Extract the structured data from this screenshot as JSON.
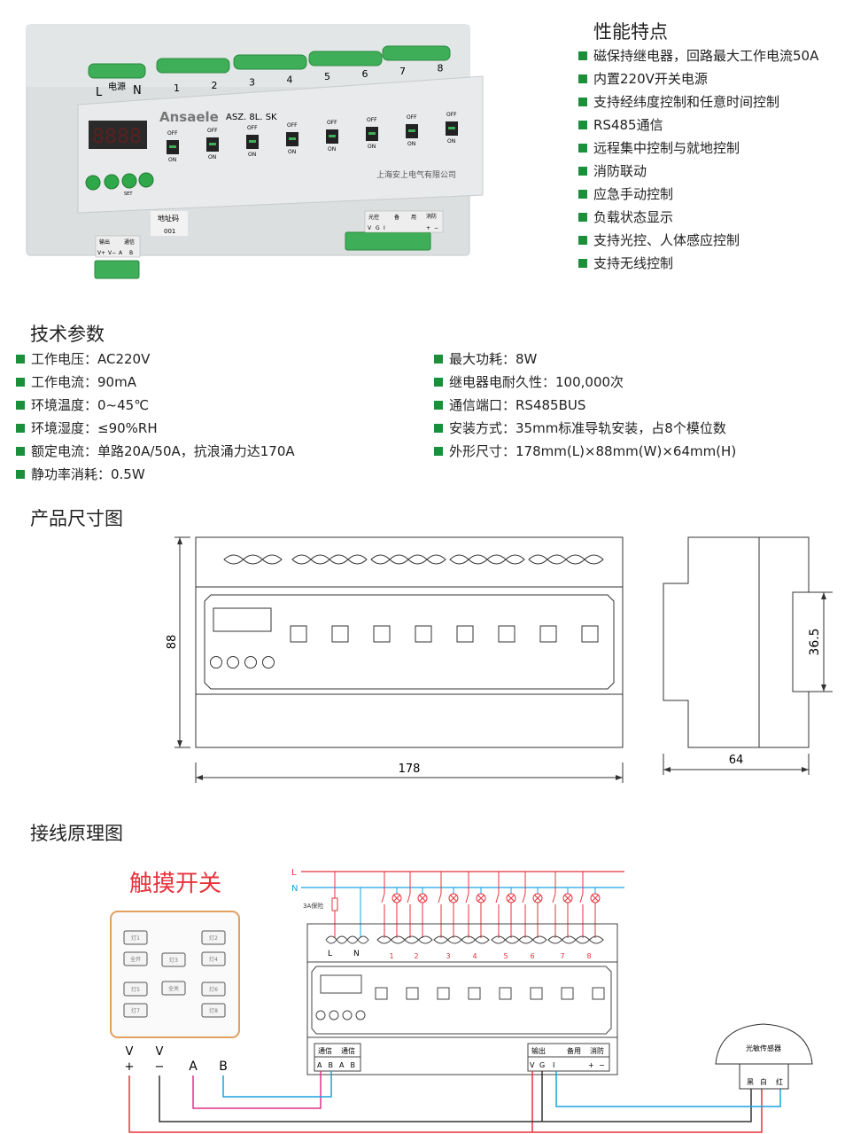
{
  "features": {
    "title": "性能特点",
    "items": [
      "磁保持继电器，回路最大工作电流50A",
      "内置220V开关电源",
      "支持经纬度控制和任意时间控制",
      "RS485通信",
      "远程集中控制与就地控制",
      "消防联动",
      "应急手动控制",
      "负载状态显示",
      "支持光控、人体感应控制",
      "支持无线控制"
    ]
  },
  "specs": {
    "title": "技术参数",
    "left": [
      "工作电压：AC220V",
      "工作电流：90mA",
      "环境温度：0~45℃",
      "环境湿度：≤90%RH",
      "额定电流：单路20A/50A，抗浪涌力达170A",
      "静功率消耗：0.5W"
    ],
    "right": [
      "最大功耗：8W",
      "继电器电耐久性：100,000次",
      "通信端口：RS485BUS",
      "安装方式：35mm标准导轨安装，占8个模位数",
      "外形尺寸：178mm(L)×88mm(W)×64mm(H)"
    ]
  },
  "product": {
    "brand": "Ansaele",
    "model": "ASZ. 8L. SK",
    "display": "8888",
    "power_label": "电源",
    "L": "L",
    "N": "N",
    "channels": [
      "1",
      "2",
      "3",
      "4",
      "5",
      "6",
      "7",
      "8"
    ],
    "off": "OFF",
    "on": "ON",
    "set": "SET",
    "company": "上海安上电气有限公司",
    "address_label": "地址码",
    "address": "001",
    "left_block": {
      "h1": "输出",
      "h2": "通信",
      "cells": [
        "V+",
        "V−",
        "A",
        "B"
      ]
    },
    "right_block": {
      "h1": "光控",
      "h2": "备",
      "h3": "用",
      "h4": "消防",
      "cells": [
        "V",
        "G",
        "I",
        "+",
        "−"
      ]
    }
  },
  "dimensions": {
    "title": "产品尺寸图",
    "height": "88",
    "length": "178",
    "depth": "64",
    "rail": "36.5"
  },
  "wiring": {
    "title": "接线原理图",
    "touch_title": "触摸开关",
    "touch_keys": [
      "灯1",
      "灯2",
      "全开",
      "灯3",
      "灯4",
      "全关",
      "灯5",
      "灯6",
      "灯7",
      "灯8"
    ],
    "L": "L",
    "N": "N",
    "fuse": "3A保险",
    "terminals": [
      "L",
      "N"
    ],
    "channels": [
      "1",
      "2",
      "3",
      "4",
      "5",
      "6",
      "7",
      "8"
    ],
    "comm": {
      "h": "通信",
      "cells": [
        "A",
        "B",
        "A",
        "B"
      ]
    },
    "io": {
      "h1": "输出",
      "h2": "备用",
      "h3": "消防",
      "cells": [
        "V",
        "G",
        "I",
        "+",
        "−"
      ]
    },
    "panel_labels": {
      "v1": "V",
      "v2": "V",
      "plus": "+",
      "minus": "−",
      "a": "A",
      "b": "B"
    },
    "sensor": {
      "title": "光敏传感器",
      "wires": [
        "黑",
        "白",
        "红"
      ]
    },
    "colors": {
      "live": "#e8323c",
      "neutral": "#1aa3e0",
      "pink": "#e0308a",
      "black": "#333333"
    }
  }
}
